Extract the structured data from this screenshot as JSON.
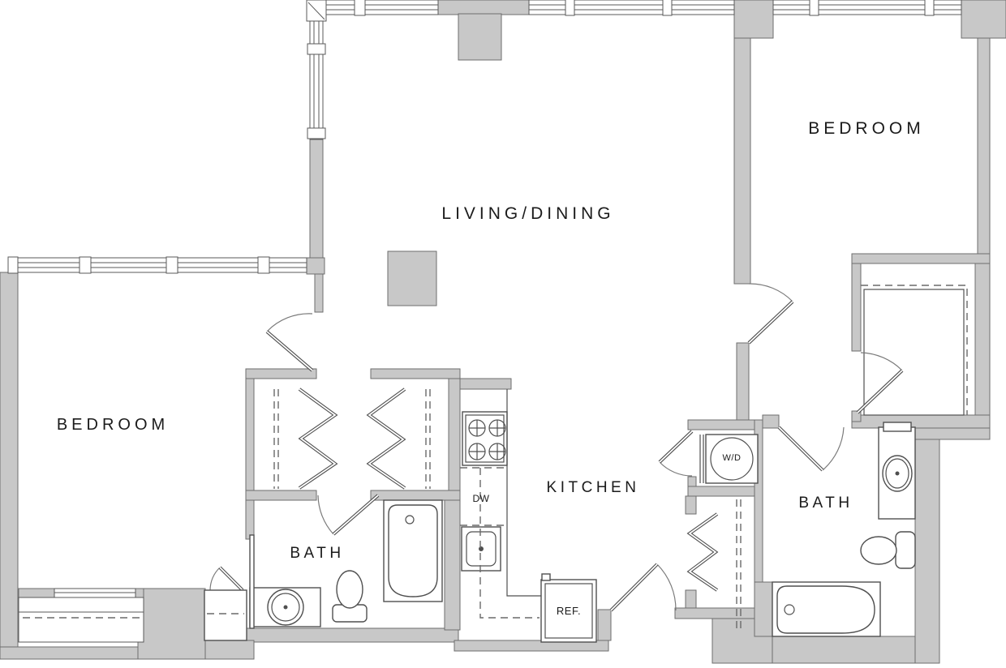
{
  "floorplan": {
    "rooms": {
      "living_dining": "LIVING/DINING",
      "bedroom_top": "BEDROOM",
      "bedroom_left": "BEDROOM",
      "bath_left": "BATH",
      "bath_right": "BATH",
      "kitchen": "KITCHEN"
    },
    "appliances": {
      "washer_dryer": "W/D",
      "dishwasher": "DW",
      "refrigerator": "REF."
    },
    "colors": {
      "wall_fill": "#c8c8c8",
      "wall_outline": "#6e6e6e",
      "linework": "#4f4f4f",
      "label_text": "#1b1b1b",
      "background": "#ffffff"
    }
  }
}
